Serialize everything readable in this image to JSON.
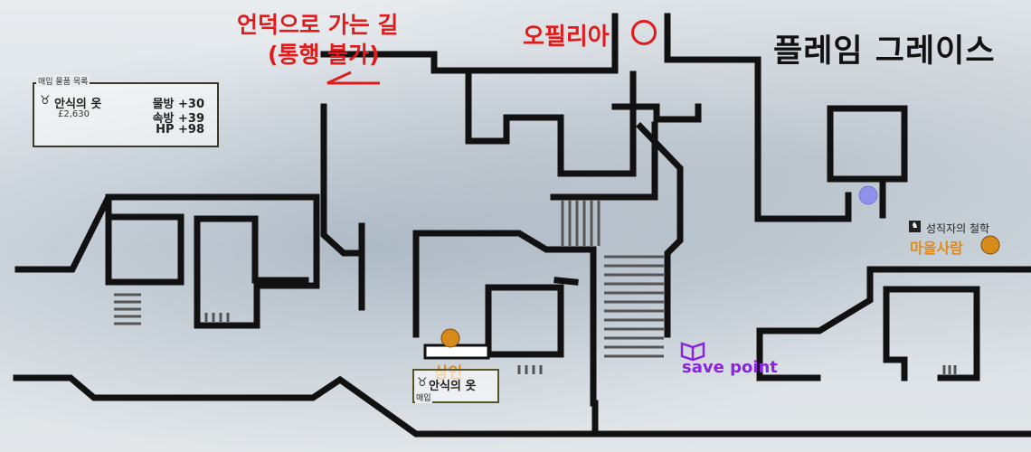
{
  "title": "플레임 그레이스",
  "slope_path": {
    "line1": "언덕으로 가는 길",
    "line2": "(통행 불가)"
  },
  "ophelia": {
    "label": "오필리아"
  },
  "buy_list": {
    "title": "매입 물품 목록",
    "item_name": "안식의 옷",
    "price": "£2,630",
    "stats": [
      "물방 +30",
      "속방 +39",
      "HP +98"
    ],
    "icon": "accessory-icon"
  },
  "merchant": {
    "label": "상인",
    "item_name": "안식의 옷",
    "buy_tag": "매입",
    "marker_color": "#d68a1a"
  },
  "save_point": {
    "label": "save point",
    "color": "#8a24d8",
    "icon": "open-book-icon"
  },
  "villager": {
    "quest_label": "성직자의 철학",
    "label": "마을사람",
    "marker_color": "#d68a1a",
    "quest_icon": "quest-icon"
  },
  "colors": {
    "walls": "#111111",
    "highlight_red": "#e01b1b",
    "npc_orange": "#e08a1a",
    "exit_marker": "#8c8cf0"
  }
}
